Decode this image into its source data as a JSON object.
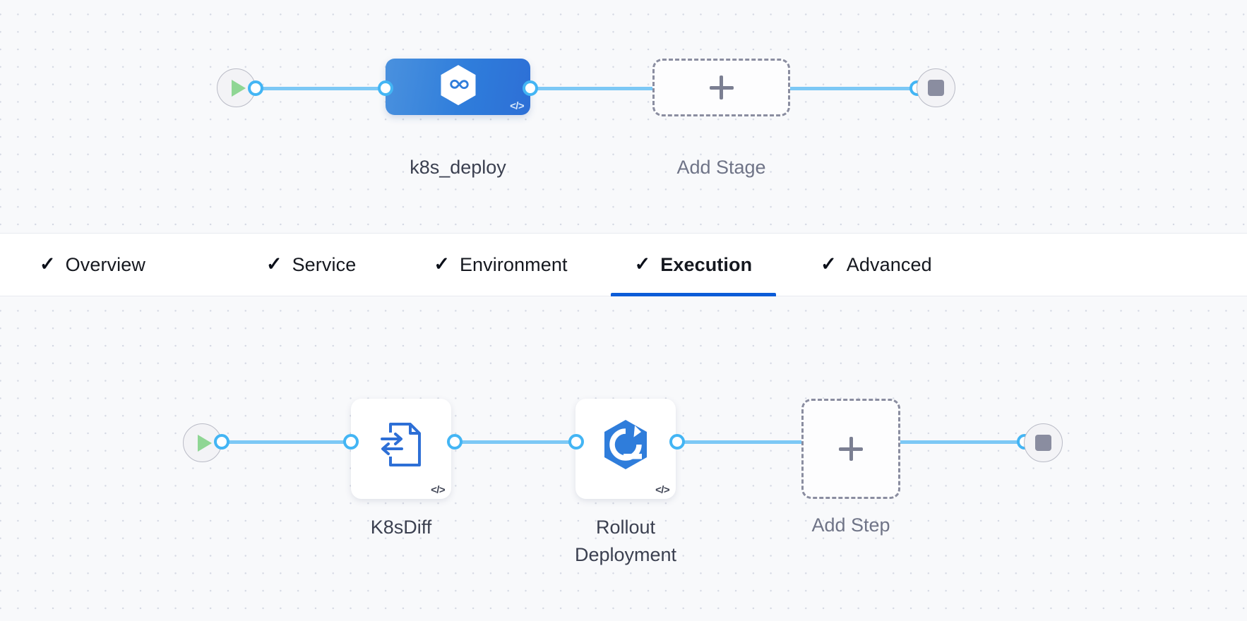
{
  "app": {
    "canvas_background": "#f8f9fb",
    "accent_color": "#0b5cd8",
    "link_color": "#43b5f4",
    "stage_node_color": "#2f7ddb"
  },
  "stage_row": {
    "start_node": {
      "name": "pipeline-start",
      "icon": "play-icon"
    },
    "end_node": {
      "name": "pipeline-end",
      "icon": "stop-icon"
    },
    "stages": [
      {
        "label": "k8s_deploy",
        "icon": "harness-cd-hexagon-icon",
        "badge": "</>",
        "selected": true
      }
    ],
    "add_stage": {
      "label": "Add Stage",
      "icon": "plus-icon"
    }
  },
  "tabs": {
    "items": [
      {
        "label": "Overview",
        "check": "✓",
        "active": false
      },
      {
        "label": "Service",
        "check": "✓",
        "active": false
      },
      {
        "label": "Environment",
        "check": "✓",
        "active": false
      },
      {
        "label": "Execution",
        "check": "✓",
        "active": true
      },
      {
        "label": "Advanced",
        "check": "✓",
        "active": false
      }
    ]
  },
  "step_row": {
    "start_node": {
      "name": "execution-start",
      "icon": "play-icon"
    },
    "end_node": {
      "name": "execution-end",
      "icon": "stop-icon"
    },
    "steps": [
      {
        "label": "K8sDiff",
        "icon": "k8s-diff-document-icon",
        "badge": "</>"
      },
      {
        "label": "Rollout\nDeployment",
        "icon": "rollout-deployment-hexagon-icon",
        "badge": "</>"
      }
    ],
    "add_step": {
      "label": "Add Step",
      "icon": "plus-icon"
    }
  }
}
